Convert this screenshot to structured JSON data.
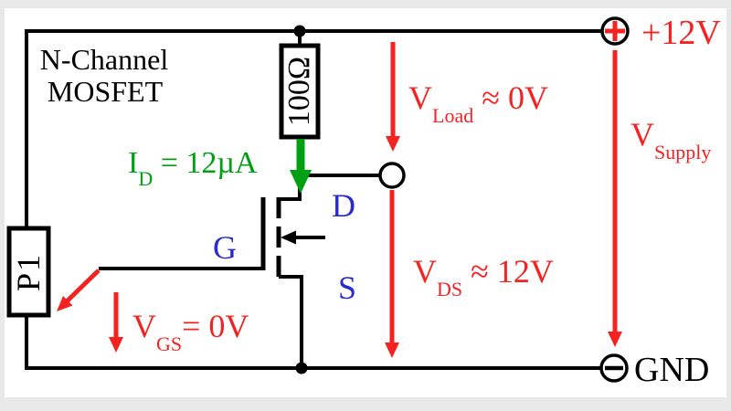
{
  "colors": {
    "red": "#f52222",
    "green": "#00a012",
    "blue": "#2a2ad2",
    "wire": "#000000",
    "canvas": "#ffffff",
    "frame": "#e9e9e9"
  },
  "diagram": {
    "title_line1": "N-Channel",
    "title_line2": "MOSFET",
    "resistor_label": "100Ω",
    "potentiometer_label": "P1",
    "terminals": {
      "positive_label": "+12V",
      "negative_label": "GND"
    },
    "mosfet": {
      "drain_label": "D",
      "gate_label": "G",
      "source_label": "S"
    },
    "annotations": {
      "drain_current": {
        "symbol": "I",
        "sub": "D",
        "rest": " = 12µA"
      },
      "v_load": {
        "symbol": "V",
        "sub": "Load",
        "rest": " ≈ 0V"
      },
      "v_supply": {
        "symbol": "V",
        "sub": "Supply",
        "rest": ""
      },
      "v_ds": {
        "symbol": "V",
        "sub": "DS",
        "rest": " ≈ 12V"
      },
      "v_gs": {
        "symbol": "V",
        "sub": "GS",
        "rest": "= 0V"
      }
    }
  }
}
